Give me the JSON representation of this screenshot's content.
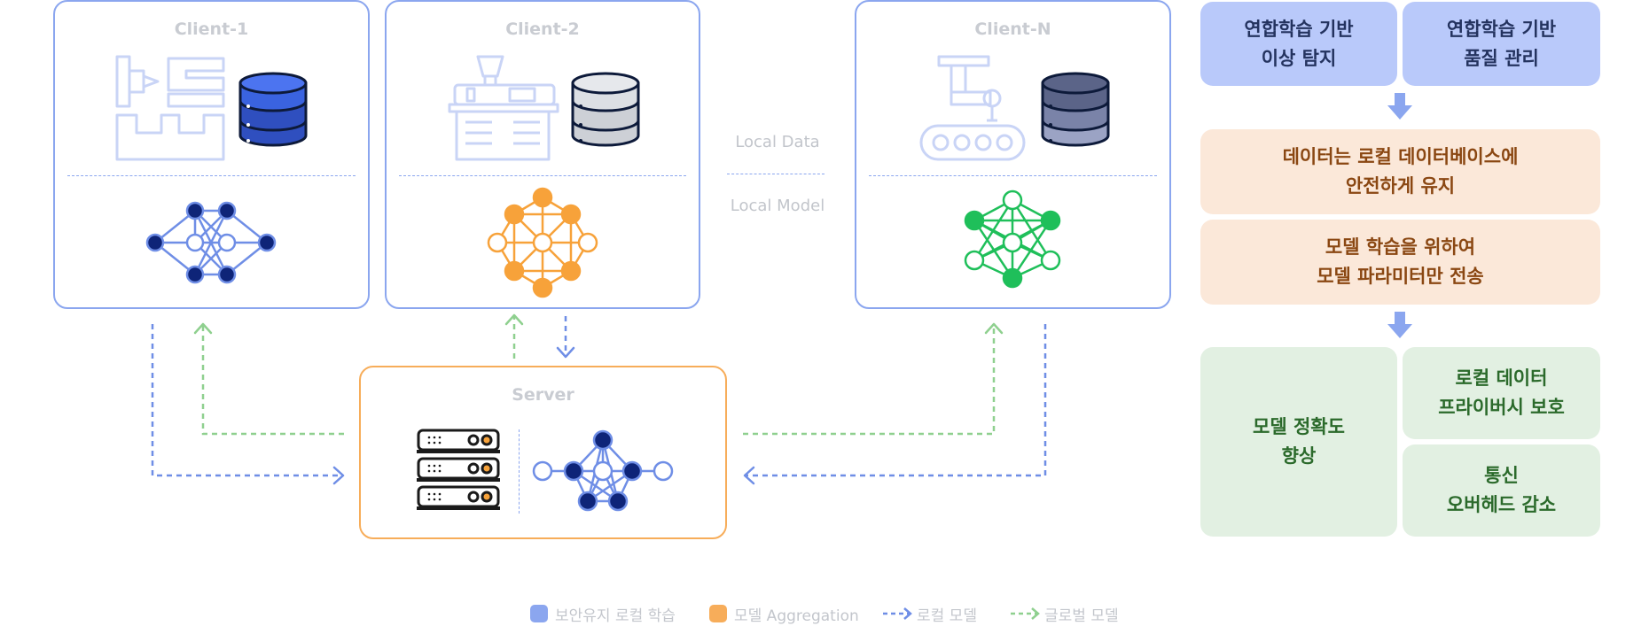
{
  "clients": [
    {
      "title": "Client-1"
    },
    {
      "title": "Client-2"
    },
    {
      "title": "Client-N"
    }
  ],
  "server": {
    "title": "Server"
  },
  "side_labels": {
    "local_data": "Local Data",
    "local_model": "Local Model"
  },
  "right_panel": {
    "top_left": "연합학습 기반\n이상 탐지",
    "top_right": "연합학습 기반\n품질 관리",
    "mid_1": "데이터는 로컬 데이터베이스에\n안전하게 유지",
    "mid_2": "모델 학습을 위하여\n모델 파라미터만 전송",
    "bottom_left": "모델 정확도\n향상",
    "bottom_right_top": "로컬 데이터\n프라이버시 보호",
    "bottom_right_bottom": "통신\n오버헤드 감소"
  },
  "legend": [
    {
      "label": "보안유지 로컬 학습",
      "color": "#8ba6ef"
    },
    {
      "label": "모델 Aggregation",
      "color": "#f7ad5a"
    },
    {
      "label": "로컬 모델",
      "color": "#6f8ee6"
    },
    {
      "label": "글로벌 모델",
      "color": "#8fd08f"
    }
  ],
  "colors": {
    "client_border": "#8ba6ef",
    "server_border": "#f7ad5a",
    "local_arrow": "#6f8ee6",
    "global_arrow": "#8fd08f",
    "net_navy": "#0e2478",
    "net_orange": "#f7a23a",
    "net_green": "#1fbf5a"
  }
}
